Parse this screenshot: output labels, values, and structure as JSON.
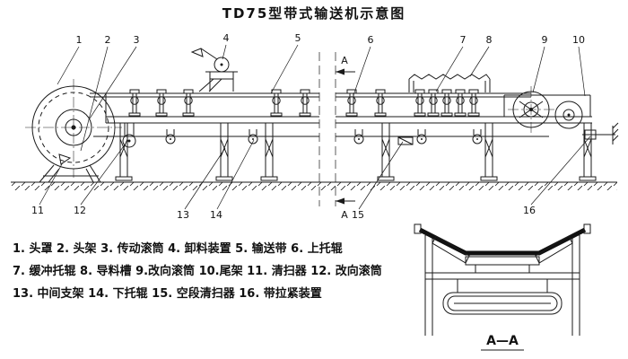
{
  "title": "TD75型带式输送机示意图",
  "drawing": {
    "ink_color": "#1a1a1a",
    "background": "#ffffff"
  },
  "callouts": [
    "1",
    "2",
    "3",
    "4",
    "5",
    "6",
    "7",
    "8",
    "9",
    "10",
    "11",
    "12",
    "13",
    "14",
    "15",
    "16"
  ],
  "section": {
    "marker": "A",
    "label": "A—A"
  },
  "legend": {
    "line1": "1. 头罩  2. 头架  3. 传动滚筒  4. 卸料装置  5. 输送带  6. 上托辊",
    "line2": "7. 缓冲托辊  8. 导料槽  9.改向滚筒  10.尾架  11. 清扫器  12. 改向滚筒",
    "line3": "13. 中间支架  14. 下托辊  15. 空段清扫器  16. 带拉紧装置"
  }
}
